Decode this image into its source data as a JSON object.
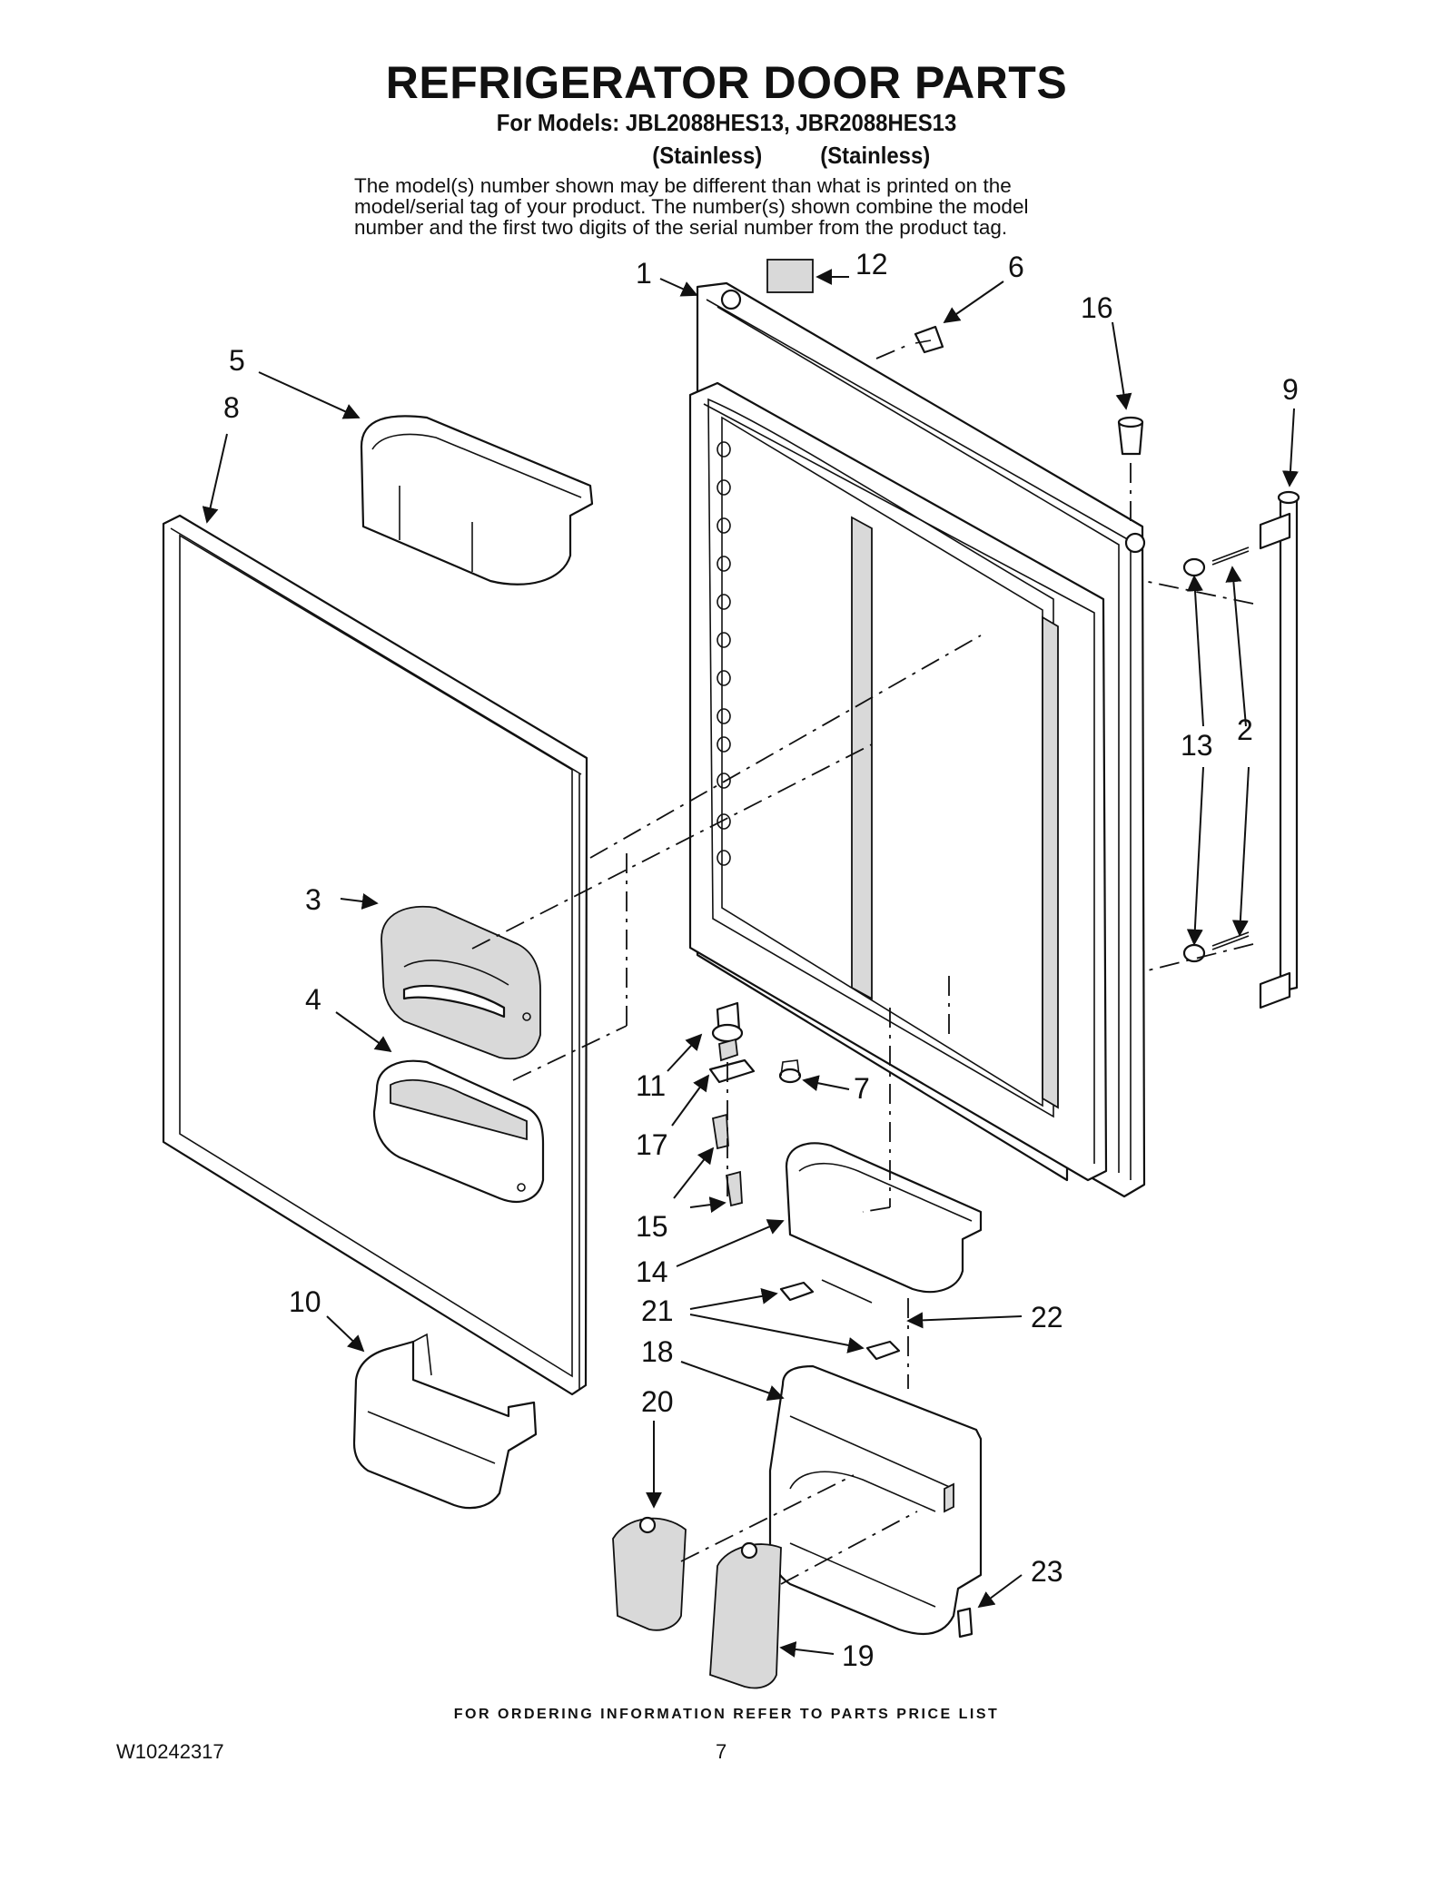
{
  "header": {
    "title": "REFRIGERATOR DOOR PARTS",
    "models": "For Models: JBL2088HES13, JBR2088HES13",
    "finish_1": "(Stainless)",
    "finish_2": "(Stainless)",
    "note_lines": [
      "The model(s) number shown may be different than what is printed on the",
      "model/serial tag of your product. The number(s) shown combine the model",
      "number and the first two digits of the serial number from the product tag."
    ]
  },
  "callouts": {
    "c1": "1",
    "c2": "2",
    "c3": "3",
    "c4": "4",
    "c5": "5",
    "c6": "6",
    "c7": "7",
    "c8": "8",
    "c9": "9",
    "c10": "10",
    "c11": "11",
    "c12": "12",
    "c13": "13",
    "c14": "14",
    "c15": "15",
    "c16": "16",
    "c17": "17",
    "c18": "18",
    "c19": "19",
    "c20": "20",
    "c21": "21",
    "c22": "22",
    "c23": "23"
  },
  "footer": {
    "ordering": "FOR ORDERING INFORMATION REFER TO PARTS PRICE LIST",
    "doc_number": "W10242317",
    "page_number": "7"
  }
}
